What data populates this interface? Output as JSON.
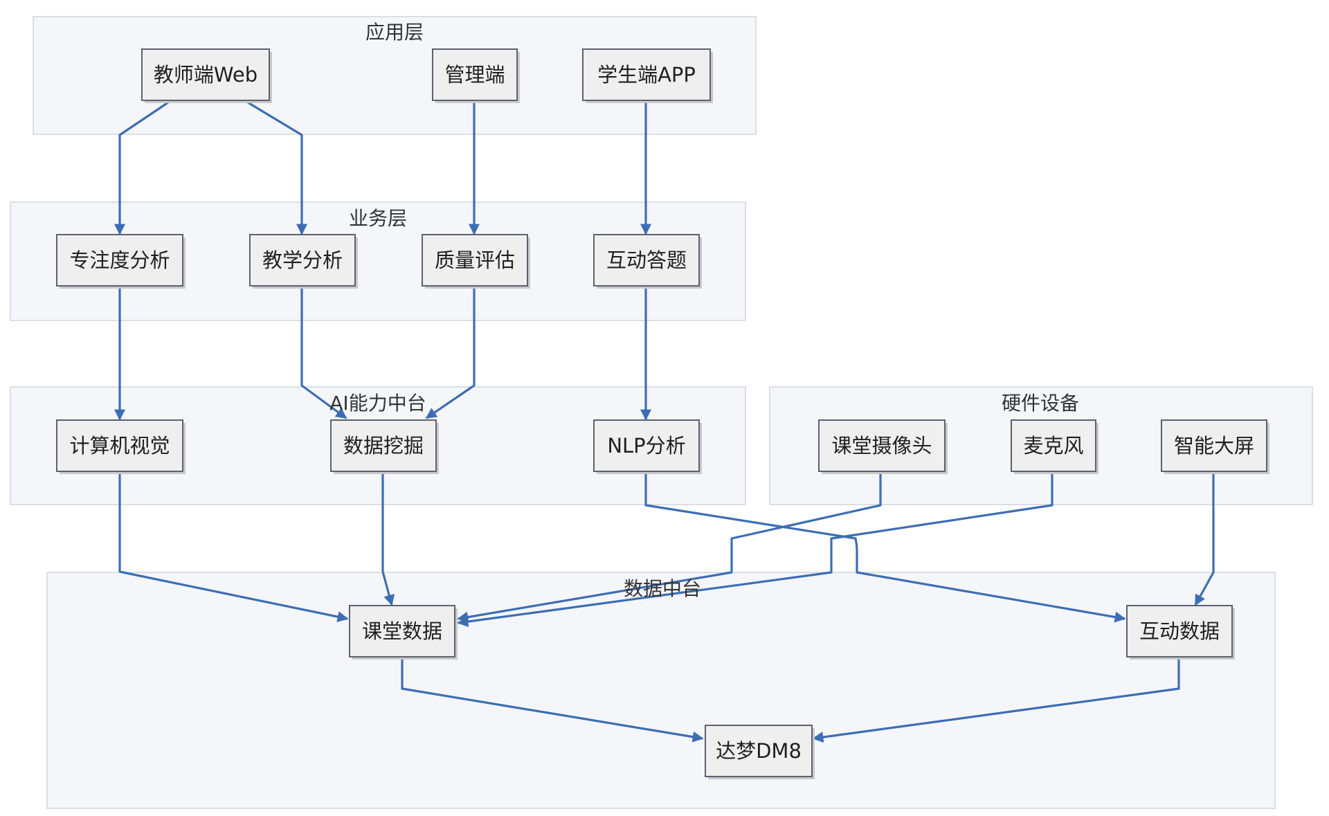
{
  "layers": {
    "app": {
      "title": "应用层"
    },
    "biz": {
      "title": "业务层"
    },
    "ai": {
      "title": "AI能力中台"
    },
    "hw": {
      "title": "硬件设备"
    },
    "data": {
      "title": "数据中台"
    }
  },
  "nodes": {
    "teacher_web": "教师端Web",
    "admin": "管理端",
    "student_app": "学生端APP",
    "focus": "专注度分析",
    "teaching": "教学分析",
    "quality": "质量评估",
    "interactive_qa": "互动答题",
    "cv": "计算机视觉",
    "mining": "数据挖掘",
    "nlp": "NLP分析",
    "camera": "课堂摄像头",
    "mic": "麦克风",
    "screen": "智能大屏",
    "class_data": "课堂数据",
    "interact_data": "互动数据",
    "dm8": "达梦DM8"
  },
  "colors": {
    "edge": "#3d6db4",
    "layer_fill": "#f4f6fa",
    "node_fill": "#efefef"
  }
}
